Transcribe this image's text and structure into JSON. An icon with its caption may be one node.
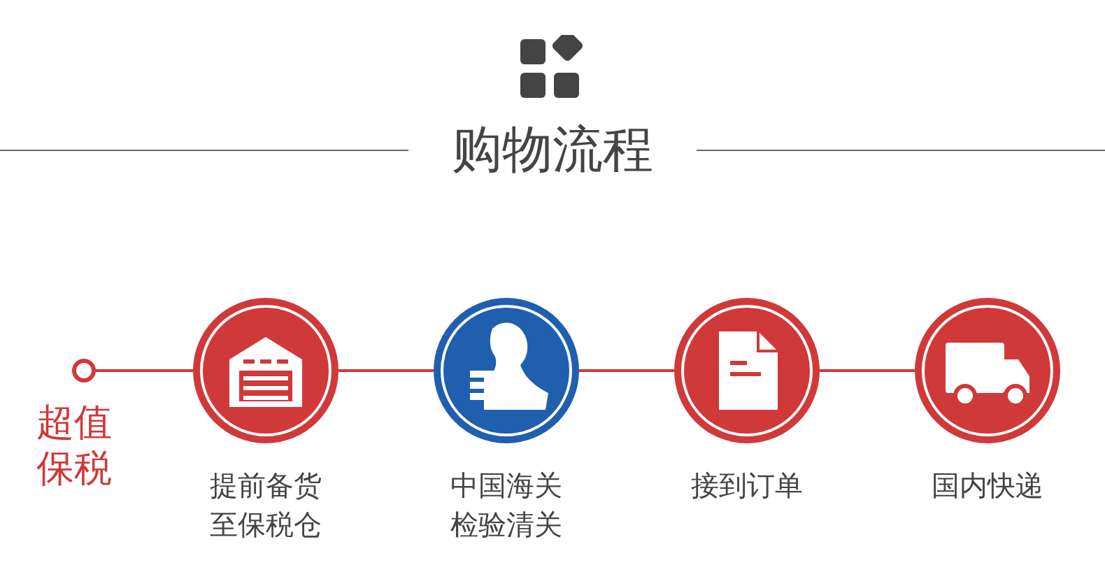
{
  "diagram": {
    "title": "购物流程",
    "nodes": [
      {
        "text": [],
        "shape": "circle"
      },
      {
        "text": [
          "提前备货至保税仓"
        ]
      },
      {
        "text": [
          "中国海关检验清关"
        ]
      },
      {
        "text": [
          "接到订单"
        ]
      },
      {
        "text": [
          "国内快递"
        ]
      }
    ],
    "edges": [
      {
        "from": 0,
        "to": 1,
        "arrow": "none"
      },
      {
        "from": 1,
        "to": 2,
        "arrow": "none"
      },
      {
        "from": 2,
        "to": 3,
        "arrow": "none"
      },
      {
        "from": 3,
        "to": 4,
        "arrow": "none"
      }
    ],
    "labels": [
      "超值保税"
    ]
  }
}
